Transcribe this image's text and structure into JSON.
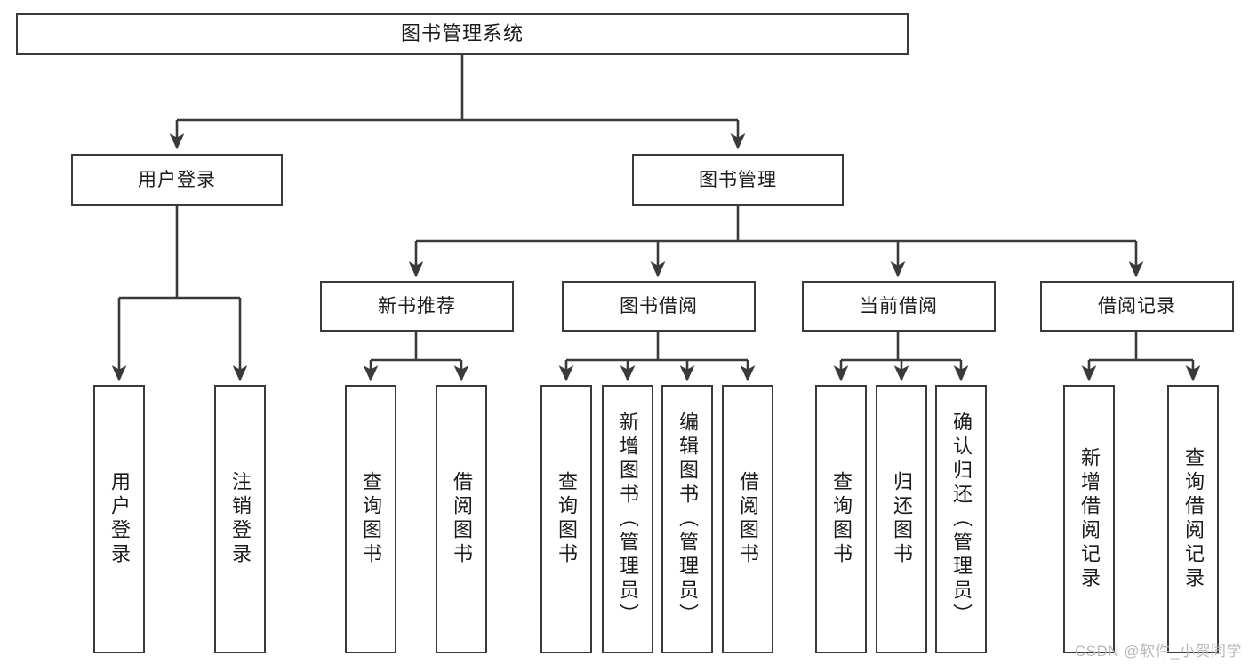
{
  "diagram": {
    "title": "图书管理系统",
    "stroke_color": "#3a3a3a",
    "text_color": "#1b1b1b",
    "background": "#ffffff",
    "watermark": "CSDN @软件_小贺同学",
    "levels": {
      "root": [
        "图书管理系统"
      ],
      "level2": [
        "用户登录",
        "图书管理"
      ],
      "level3": [
        "新书推荐",
        "图书借阅",
        "当前借阅",
        "借阅记录"
      ],
      "leaves": [
        "用户登录",
        "注销登录",
        "查询图书",
        "借阅图书",
        "查询图书",
        "新增图书（管理员）",
        "编辑图书（管理员）",
        "借阅图书",
        "查询图书",
        "归还图书",
        "确认归还（管理员）",
        "新增借阅记录",
        "查询借阅记录"
      ]
    },
    "nodes": {
      "root": {
        "label": "图书管理系统"
      },
      "user_login": {
        "label": "用户登录"
      },
      "book_manage": {
        "label": "图书管理"
      },
      "new_book_rec": {
        "label": "新书推荐"
      },
      "book_borrow": {
        "label": "图书借阅"
      },
      "current_borrow": {
        "label": "当前借阅"
      },
      "borrow_record": {
        "label": "借阅记录"
      },
      "leaf_user_login": {
        "label": "用户登录"
      },
      "leaf_logout": {
        "label": "注销登录"
      },
      "leaf_query_book_1": {
        "label": "查询图书"
      },
      "leaf_borrow_book_1": {
        "label": "借阅图书"
      },
      "leaf_query_book_2": {
        "label": "查询图书"
      },
      "leaf_add_book": {
        "label": "新增图书（管理员）"
      },
      "leaf_edit_book": {
        "label": "编辑图书（管理员）"
      },
      "leaf_borrow_book_2": {
        "label": "借阅图书"
      },
      "leaf_query_book_3": {
        "label": "查询图书"
      },
      "leaf_return_book": {
        "label": "归还图书"
      },
      "leaf_confirm_return": {
        "label": "确认归还（管理员）"
      },
      "leaf_add_record": {
        "label": "新增借阅记录"
      },
      "leaf_query_record": {
        "label": "查询借阅记录"
      }
    }
  }
}
